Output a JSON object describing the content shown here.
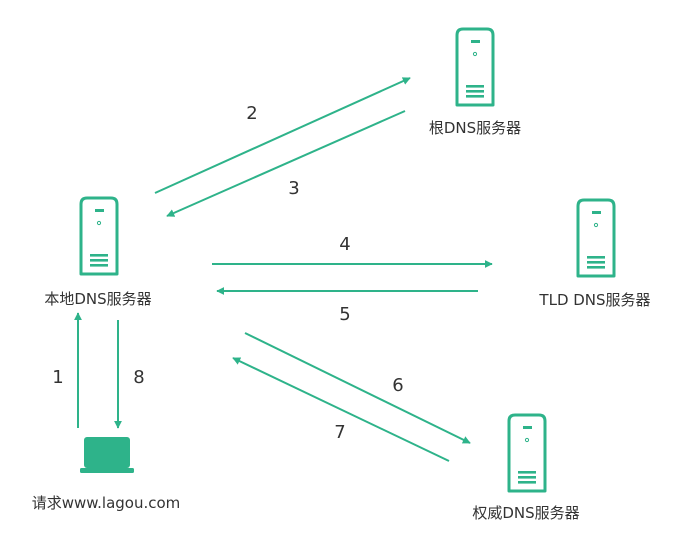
{
  "colors": {
    "accent": "#2eb38a",
    "text": "#333333"
  },
  "nodes": {
    "local": {
      "label": "本地DNS服务器",
      "icon": "server-icon"
    },
    "root": {
      "label": "根DNS服务器",
      "icon": "server-icon"
    },
    "tld": {
      "label": "TLD DNS服务器",
      "icon": "server-icon"
    },
    "auth": {
      "label": "权威DNS服务器",
      "icon": "server-icon"
    },
    "client": {
      "label": "请求www.lagou.com",
      "icon": "laptop-icon"
    }
  },
  "steps": [
    "1",
    "2",
    "3",
    "4",
    "5",
    "6",
    "7",
    "8"
  ]
}
